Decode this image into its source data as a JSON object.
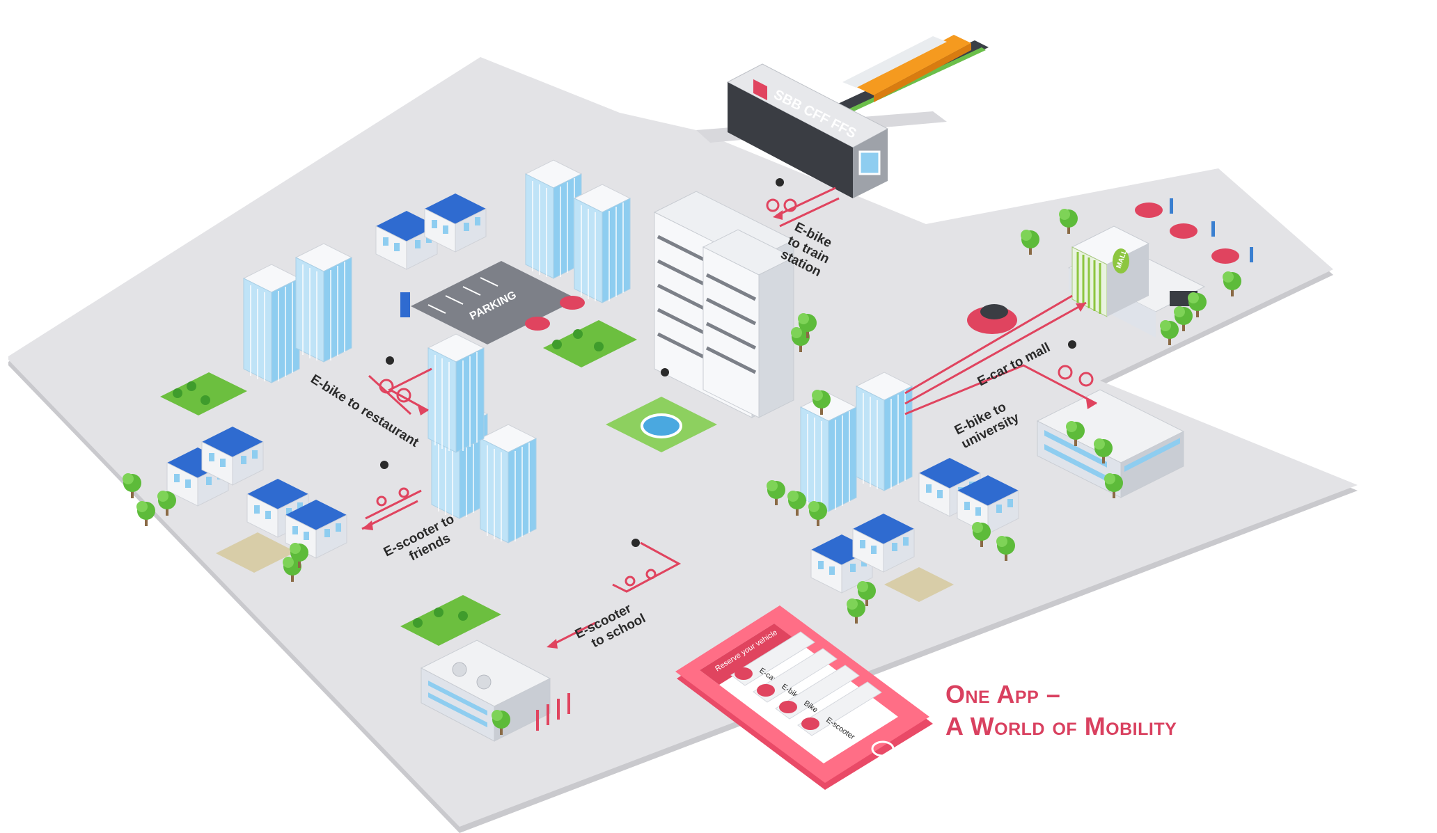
{
  "colors": {
    "accent": "#e0445f",
    "ground": "#e3e3e6",
    "ground_edge": "#c9c9cd",
    "road": "#d1d1d6",
    "building_glass": "#8ecdf0",
    "building_white": "#f3f4f6",
    "house_roof": "#2f6bd0",
    "grass": "#6cbf3f",
    "tree": "#5dbb3a",
    "phone": "#ff6e86"
  },
  "station": {
    "sign": "SBB CFF FFS"
  },
  "parking": {
    "label": "PARKING"
  },
  "mall": {
    "label": "MALL"
  },
  "routes": [
    {
      "id": "train-station",
      "lines": [
        "E-bike",
        "to train",
        "station"
      ]
    },
    {
      "id": "mall",
      "lines": [
        "E-car to mall"
      ]
    },
    {
      "id": "university",
      "lines": [
        "E-bike to",
        "university"
      ]
    },
    {
      "id": "restaurant",
      "lines": [
        "E-bike to restaurant"
      ]
    },
    {
      "id": "friends",
      "lines": [
        "E-scooter to",
        "friends"
      ]
    },
    {
      "id": "school",
      "lines": [
        "E-scooter",
        "to school"
      ]
    }
  ],
  "app": {
    "header": "Reserve your vehicle",
    "items": [
      {
        "label": "E-car",
        "icon": "car-icon"
      },
      {
        "label": "E-bike",
        "icon": "ebike-icon"
      },
      {
        "label": "Bike",
        "icon": "bike-icon"
      },
      {
        "label": "E-scooter",
        "icon": "scooter-icon"
      }
    ]
  },
  "tagline": {
    "line1": "One App –",
    "line2": "A World of Mobility"
  }
}
